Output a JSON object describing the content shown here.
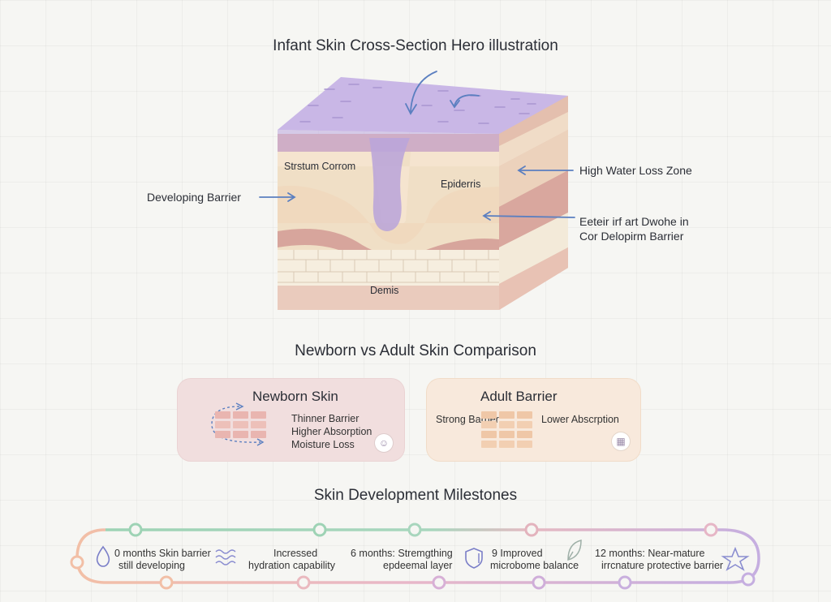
{
  "hero": {
    "title": "Infant Skin Cross-Section Hero illustration",
    "labels": {
      "stratum": "Strstum Corrom",
      "epidermis": "Epiderris",
      "dermis": "Demis",
      "developing_barrier": "Developing Barrier",
      "water_loss": "High Water Loss Zone",
      "infant_line1": "Eeteir irf art Dwohe in",
      "infant_line2": "Cor Delopirm Barrier"
    }
  },
  "comparison": {
    "title": "Newborn vs Adult Skin Comparison",
    "newborn": {
      "title": "Newborn Skin",
      "points": [
        "Thinner Barrier",
        "Higher Absorption",
        "Moisture Loss"
      ],
      "badge_icon": "baby-face-icon",
      "color": "#f1dede"
    },
    "adult": {
      "title": "Adult Barrier",
      "left_text": "Strong Barrier",
      "right_text": "Lower Abscrption",
      "badge_icon": "shield-grid-icon",
      "color": "#f8e9dc"
    }
  },
  "milestones": {
    "title": "Skin Development Milestones",
    "items": [
      {
        "icon": "droplet-icon",
        "line1": "0 months  Skin barrier",
        "line2": "still developing"
      },
      {
        "icon": "waves-icon",
        "line1": "Incressed",
        "line2": "hydration capability"
      },
      {
        "icon": "",
        "line1": "6 months: Stremgthing",
        "line2": "epdeemal layer"
      },
      {
        "icon": "shield-icon",
        "line1": "9  Improved",
        "line2": "microbome balance"
      },
      {
        "icon": "leaf-icon",
        "line1": "",
        "line2": ""
      },
      {
        "icon": "star-icon",
        "line1": "12 months:    Near-mature",
        "line2": "irrcnature protective barrier"
      }
    ]
  },
  "colors": {
    "text": "#2b2e36",
    "arrow": "#5b7fc0",
    "purple_top": "#c9b7e6",
    "mint": "#9ed3b5",
    "pink": "#e9b8c0",
    "lavender": "#c5aee0"
  }
}
